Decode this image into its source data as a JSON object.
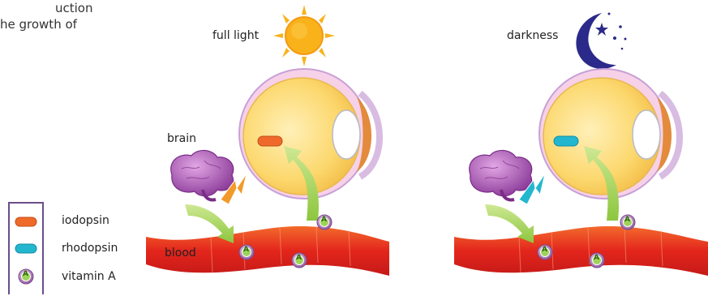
{
  "intro_fragment": {
    "line1": "uction",
    "line2": "he growth of"
  },
  "panels": [
    {
      "condition": "full light",
      "sky_icon": "sun-icon",
      "pigment": "iodopsin"
    },
    {
      "condition": "darkness",
      "sky_icon": "moon-stars-icon",
      "pigment": "rhodopsin"
    }
  ],
  "labels": {
    "brain": "brain",
    "blood": "blood"
  },
  "vitamin_symbol": "A",
  "legend": [
    {
      "label": "iodopsin",
      "icon": "iodopsin-pill-icon",
      "color": "#ef6a2a"
    },
    {
      "label": "rhodopsin",
      "icon": "rhodopsin-pill-icon",
      "color": "#22b7cf"
    },
    {
      "label": "vitamin A",
      "icon": "vitamin-a-icon",
      "color": "#9b6aa8"
    }
  ],
  "colors": {
    "sun": "#f9b21a",
    "moon": "#2b2a8a",
    "eyeball": "#fbd978",
    "eye_outline": "#b48cc6",
    "brain": "#a550b0",
    "blood_vessel": "#e3321c",
    "arrow": "#8cc63e"
  }
}
